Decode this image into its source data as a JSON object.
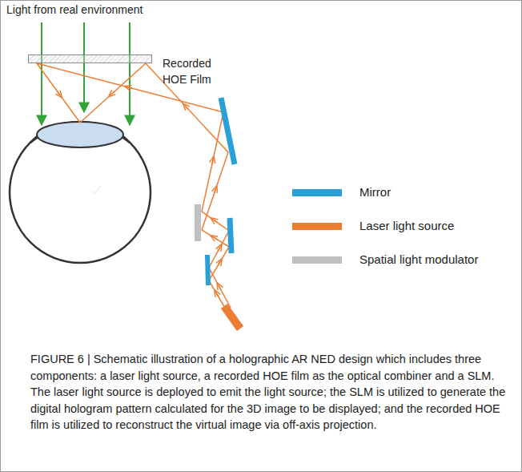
{
  "diagram": {
    "caption": "FIGURE 6 | Schematic illustration of a holographic AR NED design which includes three components: a laser light source, a recorded HOE film as the optical combiner and a SLM. The laser light source is deployed to emit the light source; the SLM is utilized to generate the digital hologram pattern calculated for the 3D image to be displayed; and the recorded HOE film is utilized to reconstruct the virtual image via off-axis projection.",
    "nodes": [
      {
        "text": [
          "Recorded HOE Film"
        ]
      }
    ],
    "labels": [
      "Light from real environment"
    ],
    "legend": [
      {
        "text": "Mirror",
        "color": "#2a9fd8"
      },
      {
        "text": "Laser light source",
        "color": "#ed7d31"
      },
      {
        "text": "Spatial light modulator",
        "color": "#bfbfbf"
      }
    ]
  }
}
